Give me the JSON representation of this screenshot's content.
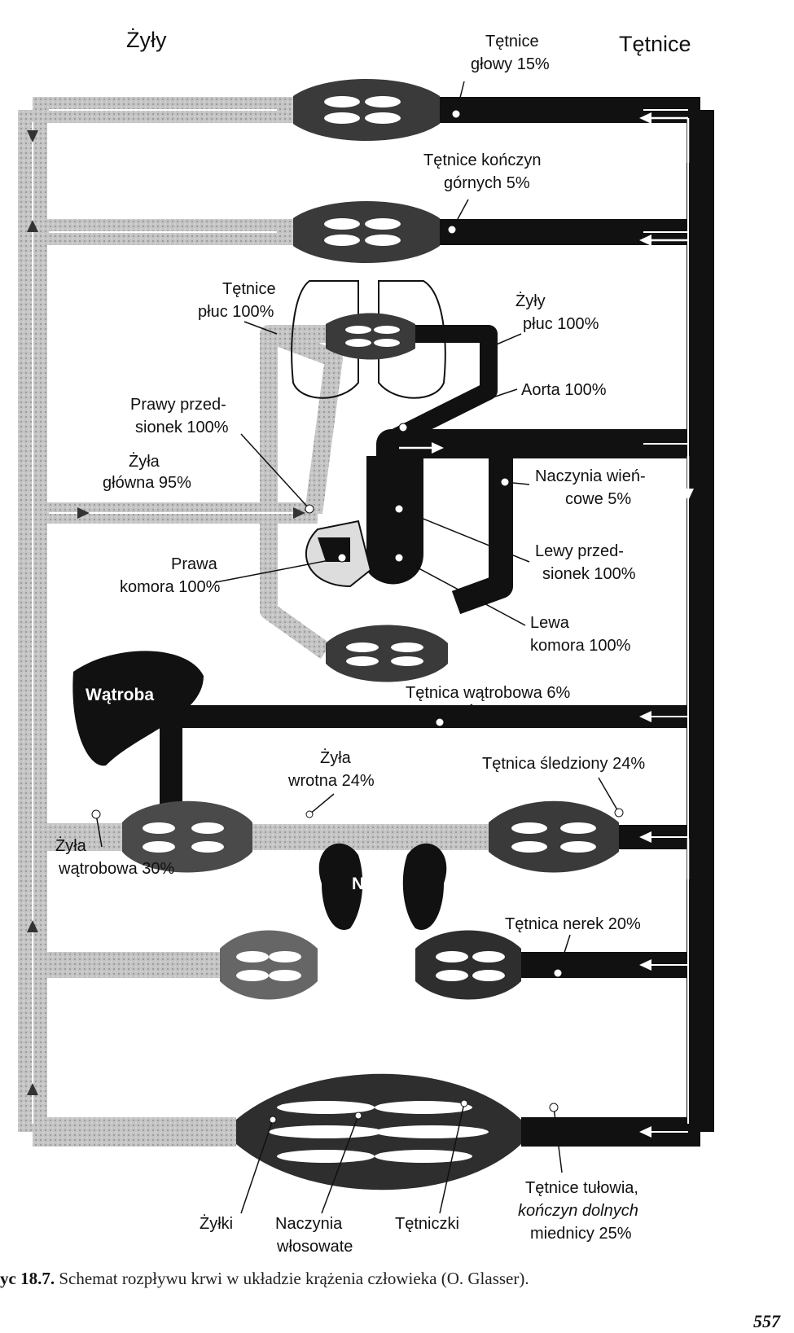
{
  "headers": {
    "veins": "Żyły",
    "arteries": "Tętnice"
  },
  "labels": {
    "head_arteries": [
      "Tętnice",
      "głowy 15%"
    ],
    "upper_limb_arteries": [
      "Tętnice kończyn",
      "górnych 5%"
    ],
    "pulmonary_arteries": [
      "Tętnice",
      "płuc 100%"
    ],
    "pulmonary_veins": [
      "Żyły",
      "płuc 100%"
    ],
    "right_atrium": [
      "Prawy przed-",
      "sionek 100%"
    ],
    "aorta": "Aorta 100%",
    "vena_cava": [
      "Żyła",
      "główna 95%"
    ],
    "coronary": [
      "Naczynia wień-",
      "cowe 5%"
    ],
    "right_ventricle": [
      "Prawa",
      "komora 100%"
    ],
    "left_atrium": [
      "Lewy przed-",
      "sionek 100%"
    ],
    "left_ventricle": [
      "Lewa",
      "komora 100%"
    ],
    "liver": "Wątroba",
    "hepatic_artery": "Tętnica wątrobowa 6%",
    "portal_vein": [
      "Żyła",
      "wrotna 24%"
    ],
    "splenic_artery": "Tętnica śledziony 24%",
    "hepatic_vein": [
      "Żyła",
      "wątrobowa 30%"
    ],
    "kidneys": "Nerki",
    "renal_artery": "Tętnica nerek 20%",
    "trunk_arteries": [
      "Tętnice tułowia,",
      "kończyn dolnych",
      "miednicy 25%"
    ],
    "venules": "Żyłki",
    "capillaries": [
      "Naczynia",
      "włosowate"
    ],
    "arterioles": "Tętniczki"
  },
  "caption": {
    "prefix": "yc 18.7.",
    "text": " Schemat rozpływu krwi w układzie krążenia człowieka (O. Glasser)."
  },
  "page_number": "557",
  "colors": {
    "arterial": "#111111",
    "venous": "#b8b8b8",
    "venous_dark": "#7a7a7a"
  }
}
